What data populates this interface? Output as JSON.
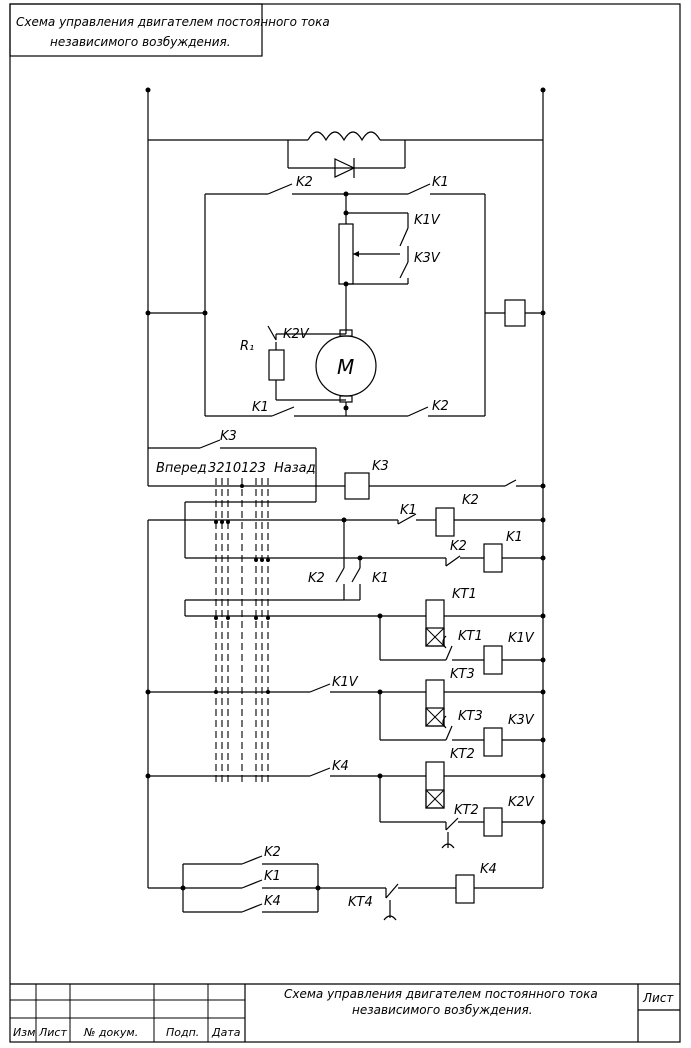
{
  "title_box": {
    "line1": "Схема управления двигателем постоянного тока",
    "line2": "независимого возбуждения."
  },
  "stamp": {
    "title_line1": "Схема управления двигателем постоянного тока",
    "title_line2": "независимого возбуждения.",
    "sheet_label": "Лист",
    "col_change": "Изм",
    "col_sheet": "Лист",
    "col_doc": "№ докум.",
    "col_sign": "Подп.",
    "col_date": "Дата"
  },
  "labels": {
    "K1": "K1",
    "K2": "K2",
    "K3": "K3",
    "K4": "K4",
    "K1V": "K1V",
    "K2V": "K2V",
    "K3V": "K3V",
    "KT1": "KT1",
    "KT2": "KT2",
    "KT3": "KT3",
    "KT4": "KT4",
    "R1": "R₁",
    "motor": "M",
    "forward": "Вперед",
    "backward": "Назад",
    "positions": "3210123"
  }
}
